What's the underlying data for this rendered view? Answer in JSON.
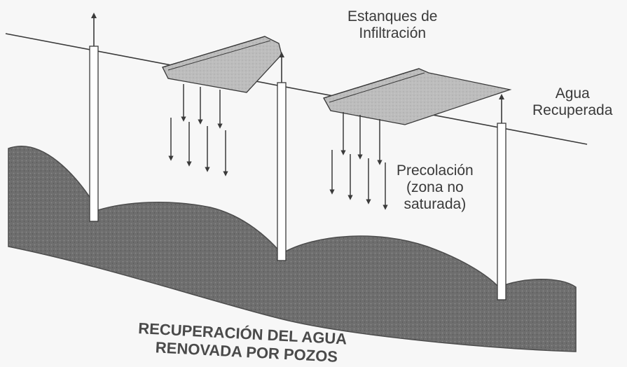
{
  "labels": {
    "ponds": [
      "Estanques de",
      "Infiltración"
    ],
    "recovered": [
      "Agua",
      "Recuperada"
    ],
    "percolation": [
      "Precolación",
      "(zona no",
      "saturada)"
    ]
  },
  "title": [
    "RECUPERACIÓN DEL AGUA",
    "RENOVADA POR POZOS"
  ],
  "colors": {
    "background": "#f7f7f7",
    "ground": "#6e6e6e",
    "ground_dark": "#4c4c4c",
    "pond": "#b9b9b9",
    "ink": "#3a3a3a"
  }
}
